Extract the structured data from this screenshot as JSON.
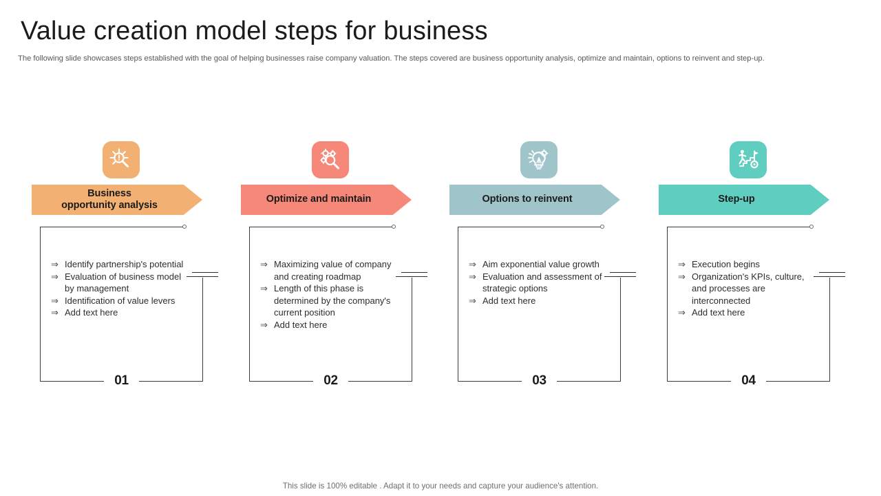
{
  "header": {
    "title": "Value creation model steps for business",
    "subtitle": "The following slide showcases steps established with the goal of helping businesses raise company valuation. The steps covered are business opportunity analysis, optimize and maintain, options to reinvent and step-up."
  },
  "footer": {
    "note": "This slide is 100% editable . Adapt it to your needs and capture your audience's attention."
  },
  "bullet_glyph": "⇒",
  "steps": [
    {
      "number": "01",
      "banner_label": "Business\nopportunity analysis",
      "banner_line1": "Business",
      "banner_line2": "opportunity analysis",
      "color": "#F2B173",
      "icon": "magnifier-insight-icon",
      "bullets": [
        "Identify partnership's potential",
        "Evaluation of business model by management",
        "Identification of value levers",
        "Add text here"
      ]
    },
    {
      "number": "02",
      "banner_label": "Optimize and maintain",
      "banner_line1": "Optimize and maintain",
      "banner_line2": "",
      "color": "#F58878",
      "icon": "gears-magnifier-icon",
      "bullets": [
        "Maximizing value of company and creating roadmap",
        "Length of this phase is determined by the company's current position",
        "Add text here"
      ]
    },
    {
      "number": "03",
      "banner_label": "Options to reinvent",
      "banner_line1": "Options to reinvent",
      "banner_line2": "",
      "color": "#9FC5CA",
      "icon": "lightbulb-gear-icon",
      "bullets": [
        "Aim exponential value growth",
        "Evaluation and assessment of strategic options",
        "Add text here"
      ]
    },
    {
      "number": "04",
      "banner_label": "Step-up",
      "banner_line1": "Step-up",
      "banner_line2": "",
      "color": "#5FCEC1",
      "icon": "person-climbing-goal-icon",
      "bullets": [
        "Execution begins",
        "Organization's KPIs, culture, and processes are interconnected",
        "Add text here"
      ]
    }
  ]
}
